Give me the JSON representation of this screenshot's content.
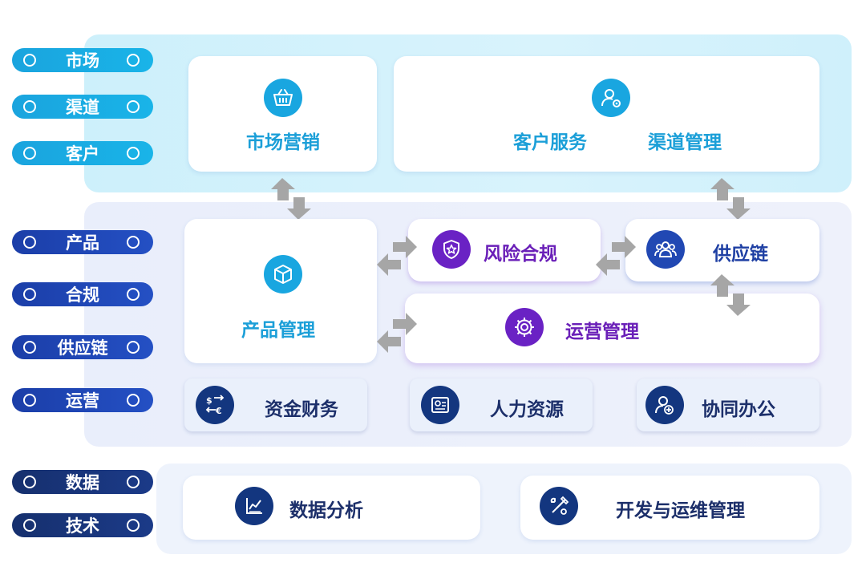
{
  "sidebar": {
    "market_group": [
      "市场",
      "渠道",
      "客户"
    ],
    "ops_group": [
      "产品",
      "合规",
      "供应链",
      "运营"
    ],
    "data_group": [
      "数据",
      "技术"
    ]
  },
  "market_layer": {
    "marketing": {
      "label": "市场营销",
      "icon": "shopping-basket-icon"
    },
    "customer_service": {
      "label": "客户服务",
      "icon": "customer-service-icon"
    },
    "channel": {
      "label": "渠道管理"
    }
  },
  "ops_layer": {
    "product": {
      "label": "产品管理",
      "icon": "cube-icon"
    },
    "risk": {
      "label": "风险合规",
      "icon": "shield-star-icon"
    },
    "supply": {
      "label": "供应链",
      "icon": "team-icon"
    },
    "operations": {
      "label": "运营管理",
      "icon": "gear-icon"
    },
    "finance": {
      "label": "资金财务",
      "icon": "currency-exchange-icon"
    },
    "hr": {
      "label": "人力资源",
      "icon": "certificate-icon"
    },
    "office": {
      "label": "协同办公",
      "icon": "user-add-icon"
    }
  },
  "data_layer": {
    "analytics": {
      "label": "数据分析",
      "icon": "line-chart-icon"
    },
    "devops": {
      "label": "开发与运维管理",
      "icon": "tools-icon"
    }
  },
  "colors": {
    "cyan": "#1b9fd8",
    "purple": "#6a1fb8",
    "blue": "#1e3fa3",
    "navy": "#1c2f6a"
  }
}
